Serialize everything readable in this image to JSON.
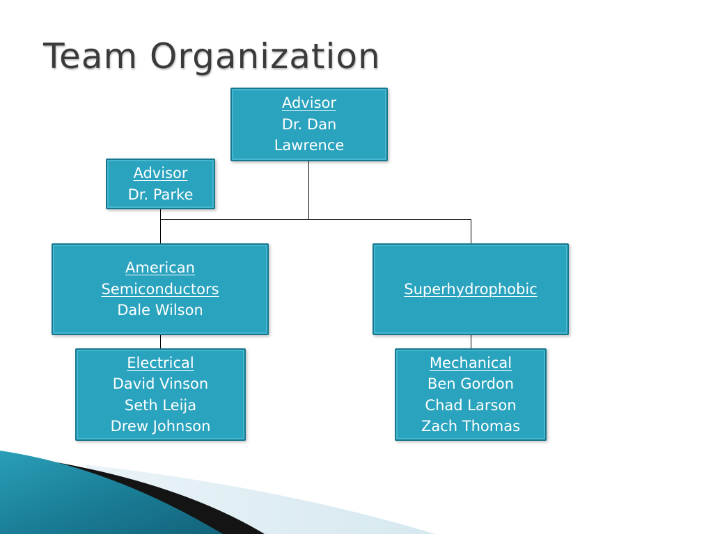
{
  "slide": {
    "title": "Team Organization"
  },
  "org_chart": {
    "advisor_top": {
      "role": "Advisor",
      "lines": [
        "Dr. Dan",
        "Lawrence"
      ]
    },
    "advisor_side": {
      "role": "Advisor",
      "lines": [
        "Dr. Parke"
      ]
    },
    "american_semiconductors": {
      "role_lines": [
        "American",
        "Semiconductors"
      ],
      "lines": [
        "Dale Wilson"
      ]
    },
    "superhydrophobic": {
      "role": "Superhydrophobic"
    },
    "electrical": {
      "role": "Electrical",
      "lines": [
        "David Vinson",
        "Seth Leija",
        "Drew Johnson"
      ]
    },
    "mechanical": {
      "role": "Mechanical",
      "lines": [
        "Ben Gordon",
        "Chad Larson",
        "Zach Thomas"
      ]
    }
  },
  "colors": {
    "box_fill": "#2aa3be",
    "box_border": "#15768d",
    "connector": "#000000",
    "title_text": "#3a3a3a"
  }
}
